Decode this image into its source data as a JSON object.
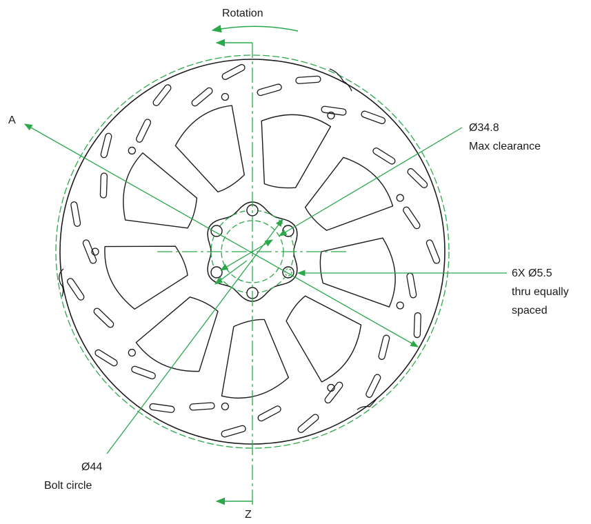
{
  "labels": {
    "rotation": "Rotation",
    "point_a": "A",
    "max_clearance_value": "Ø34.8",
    "max_clearance_text": "Max clearance",
    "holes_value": "6X Ø5.5",
    "holes_line2": "thru equally",
    "holes_line3": "spaced",
    "bolt_circle_value": "Ø44",
    "bolt_circle_text": "Bolt circle",
    "section_z": "Z"
  },
  "colors": {
    "outline": "#1a1a1a",
    "dimension": "#2aa84a"
  }
}
